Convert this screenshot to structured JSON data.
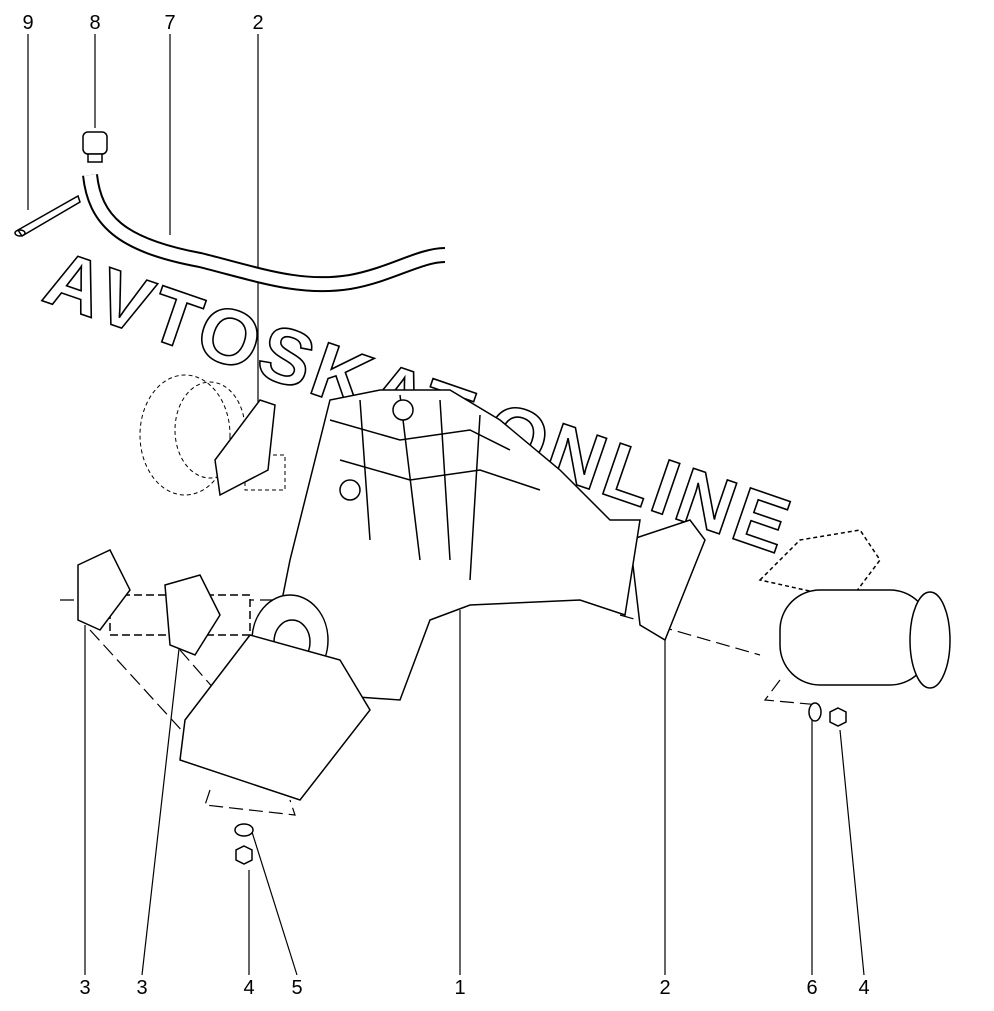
{
  "watermark": "AVTOSKAT.ONLINE",
  "callouts_top": [
    "9",
    "8",
    "7",
    "2"
  ],
  "callouts_bottom": [
    "3",
    "3",
    "4",
    "5",
    "1",
    "2",
    "6",
    "4"
  ],
  "colors": {
    "line": "#000000",
    "background": "#ffffff"
  }
}
